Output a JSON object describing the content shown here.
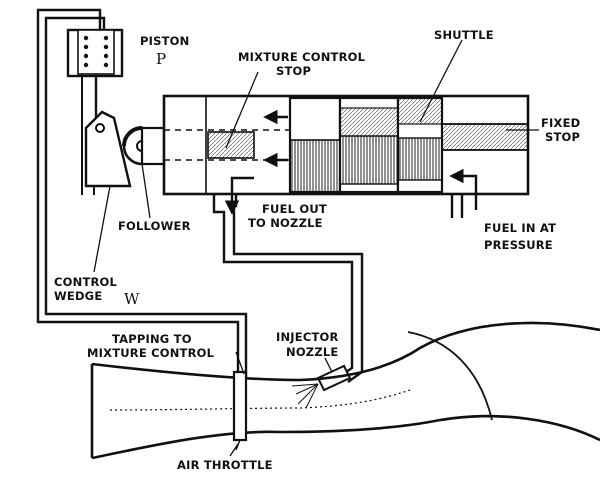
{
  "labels": {
    "piston": "PISTON",
    "piston_letter": "P",
    "mixture_control_stop_1": "MIXTURE CONTROL",
    "mixture_control_stop_2": "STOP",
    "shuttle": "SHUTTLE",
    "fixed_stop_1": "FIXED",
    "fixed_stop_2": "STOP",
    "follower": "FOLLOWER",
    "fuel_out_1": "FUEL OUT",
    "fuel_out_2": "TO NOZZLE",
    "fuel_in_1": "FUEL IN AT",
    "fuel_in_2": "PRESSURE",
    "control_wedge_1": "CONTROL",
    "control_wedge_2": "WEDGE",
    "wedge_letter": "W",
    "tapping_1": "TAPPING TO",
    "tapping_2": "MIXTURE CONTROL",
    "injector_1": "INJECTOR",
    "injector_2": "NOZZLE",
    "air_throttle": "AIR THROTTLE"
  },
  "colors": {
    "ink": "#111111",
    "hatch": "#333333",
    "paper": "#ffffff"
  }
}
